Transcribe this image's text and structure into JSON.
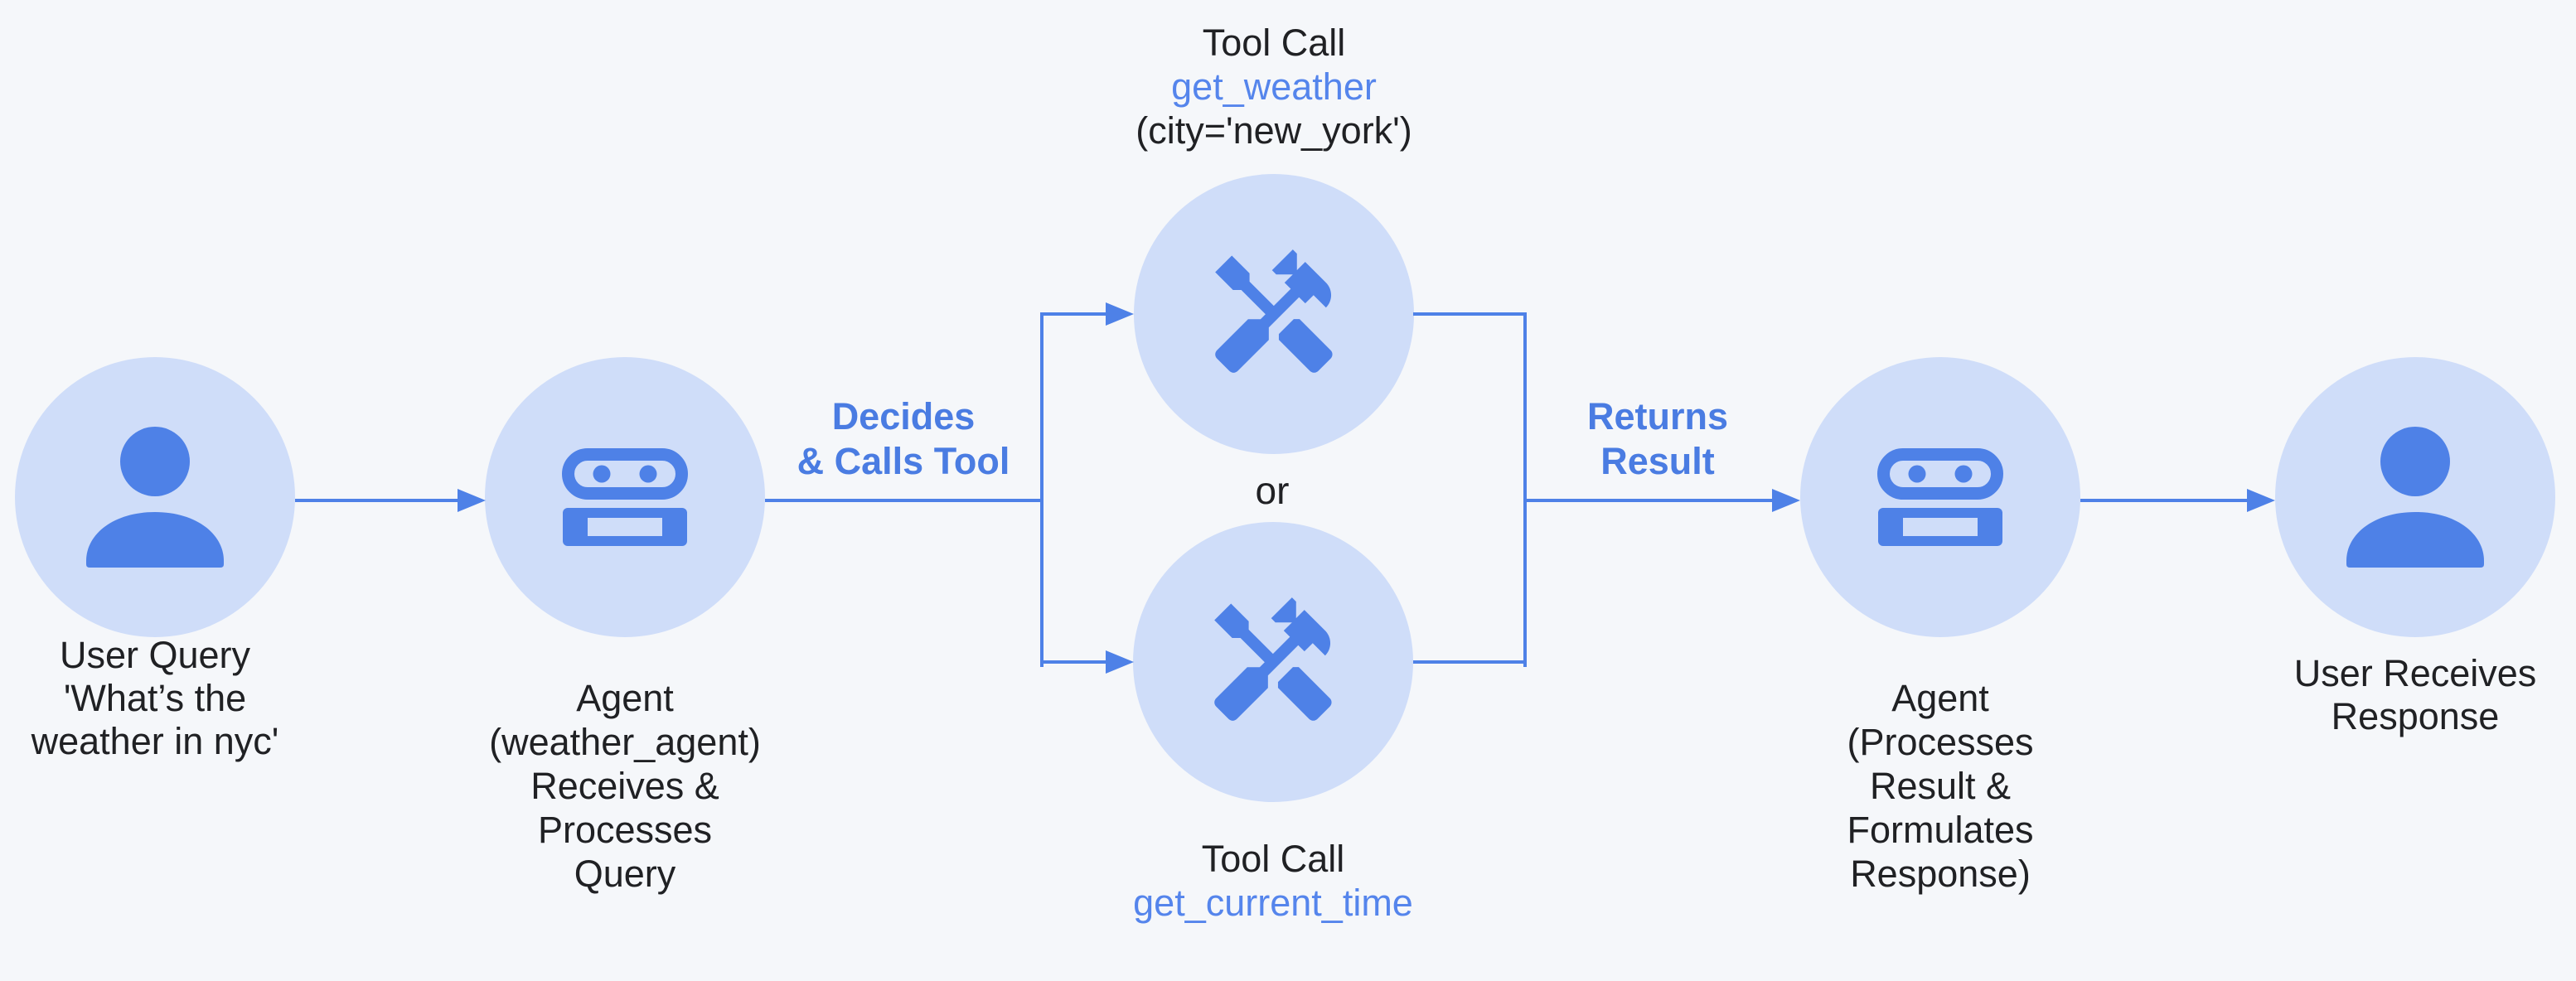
{
  "colors": {
    "background": "#f5f7fa",
    "node_fill": "#cfddf9",
    "accent_blue": "#4e81e7",
    "tool_name_blue": "#5585ec",
    "action_label_blue": "#4a7ce2",
    "text_dark": "#202124"
  },
  "nodes": {
    "user_query": {
      "icon": "person-icon",
      "label": [
        "User Query",
        "'What’s the",
        "weather in nyc'"
      ]
    },
    "agent_receive": {
      "icon": "robot-icon",
      "label": [
        "Agent",
        "(weather_agent)",
        "Receives &",
        "Processes",
        "Query"
      ]
    },
    "tool_weather": {
      "icon": "tools-icon"
    },
    "tool_time": {
      "icon": "tools-icon"
    },
    "agent_respond": {
      "icon": "robot-icon",
      "label": [
        "Agent",
        "(Processes",
        "Result &",
        "Formulates",
        "Response)"
      ]
    },
    "user_response": {
      "icon": "person-icon",
      "label": [
        "User Receives",
        "Response"
      ]
    }
  },
  "tool_calls": {
    "weather": {
      "title": "Tool Call",
      "name": "get_weather",
      "args": "(city='new_york')"
    },
    "time": {
      "title": "Tool Call",
      "name": "get_current_time"
    }
  },
  "edge_labels": {
    "decides": [
      "Decides",
      "& Calls Tool"
    ],
    "returns": [
      "Returns",
      "Result"
    ],
    "or": "or"
  }
}
